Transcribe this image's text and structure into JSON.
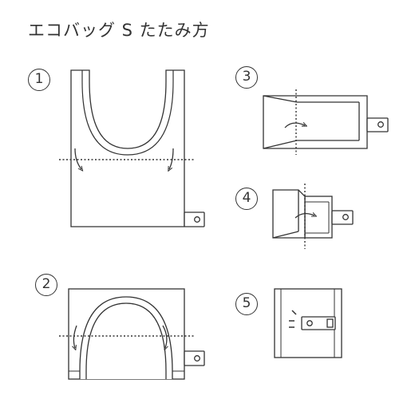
{
  "title": "エコバッグ S たたみ方",
  "steps": [
    {
      "number": "1"
    },
    {
      "number": "2"
    },
    {
      "number": "3"
    },
    {
      "number": "4"
    },
    {
      "number": "5"
    }
  ]
}
